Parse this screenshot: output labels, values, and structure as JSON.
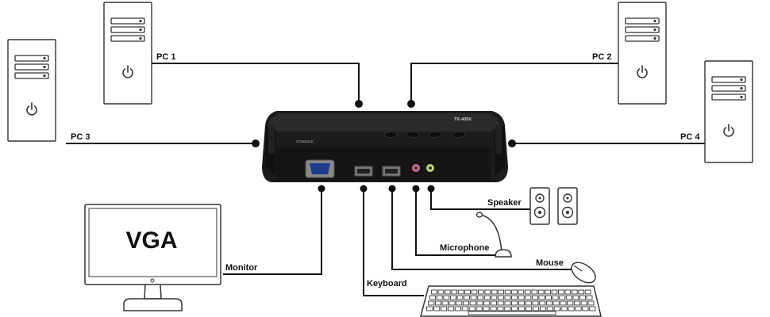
{
  "device": {
    "model": "TK-405K",
    "console_label": "CONSOLE"
  },
  "pcs": [
    {
      "label": "PC 1"
    },
    {
      "label": "PC 2"
    },
    {
      "label": "PC 3"
    },
    {
      "label": "PC 4"
    }
  ],
  "monitor": {
    "screen_text": "VGA",
    "label": "Monitor"
  },
  "peripherals": {
    "speaker": "Speaker",
    "microphone": "Microphone",
    "mouse": "Mouse",
    "keyboard": "Keyboard"
  },
  "colors": {
    "line": "#111111",
    "device_body": "#1c1c1c",
    "outline": "#2a2a2a"
  }
}
